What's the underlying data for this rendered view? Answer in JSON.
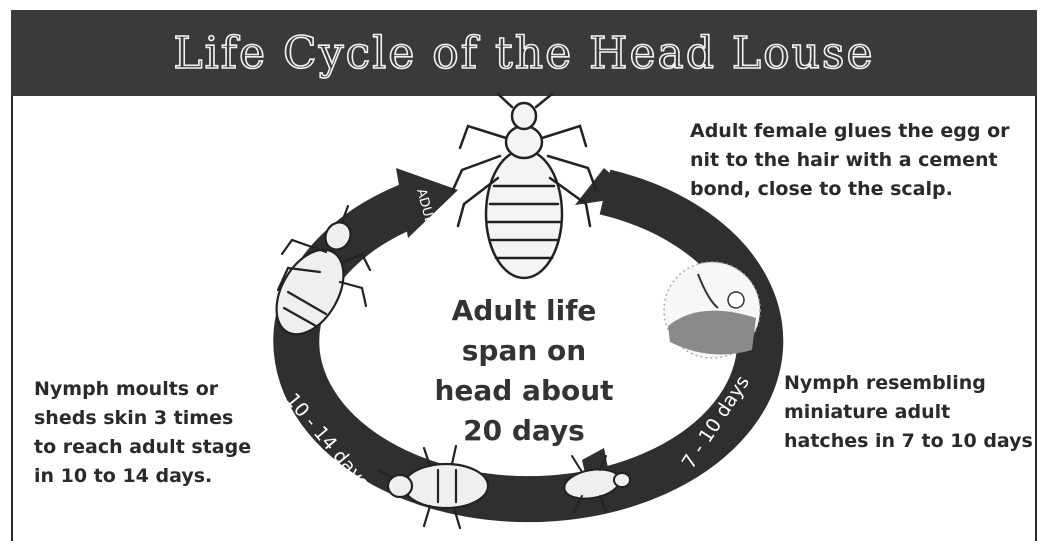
{
  "title": "Life Cycle of the Head Louse",
  "center_text": {
    "lines": [
      "Adult life",
      "span on",
      "head about",
      "20 days"
    ]
  },
  "ring_labels": {
    "adult": "ADULT",
    "left_duration": "10 - 14 days",
    "right_duration": "7 - 10 days"
  },
  "notes": {
    "adult_female": [
      "Adult female glues the egg or",
      "nit to the hair with a cement",
      "bond, close to the scalp."
    ],
    "nymph_hatch": [
      "Nymph resembling",
      "miniature adult",
      "hatches in 7 to 10 days"
    ],
    "nymph_moult": [
      "Nymph moults or",
      "sheds skin 3 times",
      "to reach adult stage",
      "in 10 to 14 days."
    ]
  },
  "colors": {
    "title_bar": "#3a3a3a",
    "ring": "#2f2f2f",
    "text": "#2a2a2a"
  },
  "icons": [
    "adult-louse-icon",
    "nymph-louse-icon",
    "egg-nit-icon"
  ]
}
